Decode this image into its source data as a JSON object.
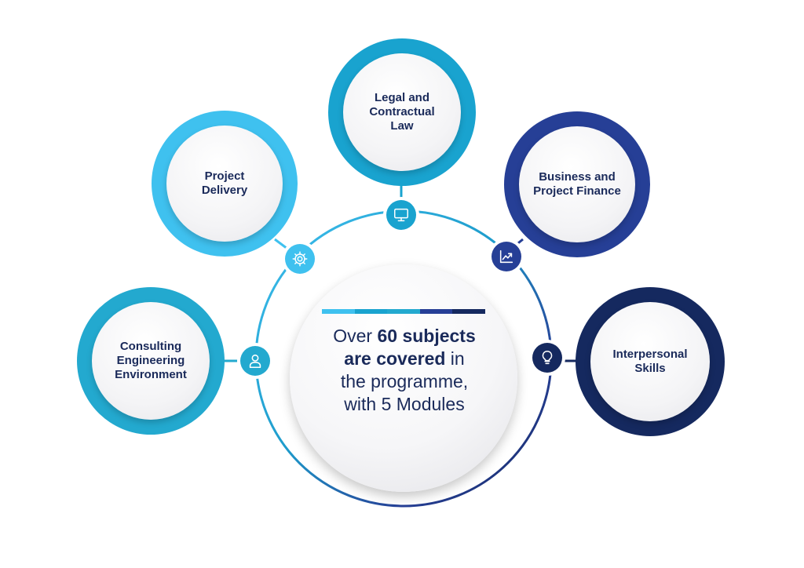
{
  "colors": {
    "c1": "#3fc1ef",
    "c2": "#19a3cf",
    "c3": "#23a9cf",
    "c4": "#263f96",
    "c5": "#15295f",
    "text": "#1a2a5a"
  },
  "modules": [
    {
      "label": "Legal and\nContractual\nLaw",
      "icon": "monitor-icon"
    },
    {
      "label": "Project\nDelivery",
      "icon": "gear-icon"
    },
    {
      "label": "Business and\nProject Finance",
      "icon": "chart-up-icon"
    },
    {
      "label": "Consulting\nEngineering\nEnvironment",
      "icon": "user-icon"
    },
    {
      "label": "Interpersonal\nSkills",
      "icon": "lightbulb-icon"
    }
  ],
  "center": {
    "line1_plain": "Over ",
    "line1_bold": "60 subjects",
    "line2_bold": "are covered",
    "line2_plain": " in",
    "line3": "the programme,",
    "line4": "with 5 Modules"
  }
}
